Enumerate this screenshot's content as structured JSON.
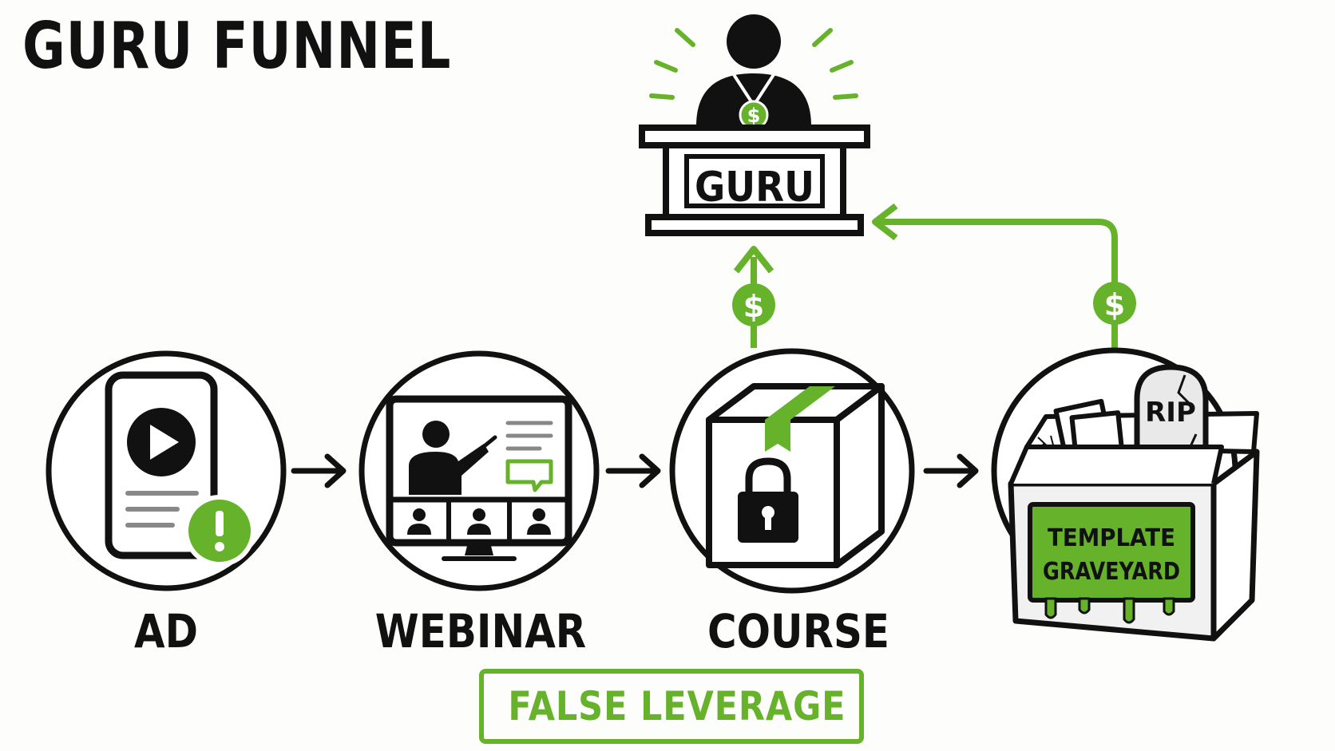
{
  "title": "GURU FUNNEL",
  "colors": {
    "accent": "#66b22a",
    "ink": "#111111",
    "paper": "#fdfdfc"
  },
  "guru": {
    "label": "GURU",
    "icon": "guru-at-podium-icon"
  },
  "nodes": [
    {
      "id": "ad",
      "label": "AD",
      "icon": "phone-video-ad-icon"
    },
    {
      "id": "webinar",
      "label": "WEBINAR",
      "icon": "webinar-monitor-icon"
    },
    {
      "id": "course",
      "label": "COURSE",
      "icon": "locked-box-icon"
    },
    {
      "id": "graveyard",
      "label": "",
      "icon": "template-graveyard-box-icon"
    }
  ],
  "graveyard": {
    "tombstone": "RIP",
    "sign_line1": "TEMPLATE",
    "sign_line2": "GRAVEYARD"
  },
  "money_symbol": "$",
  "warning": {
    "label": "FALSE LEVERAGE",
    "icon": "warning-triangle-icon"
  }
}
